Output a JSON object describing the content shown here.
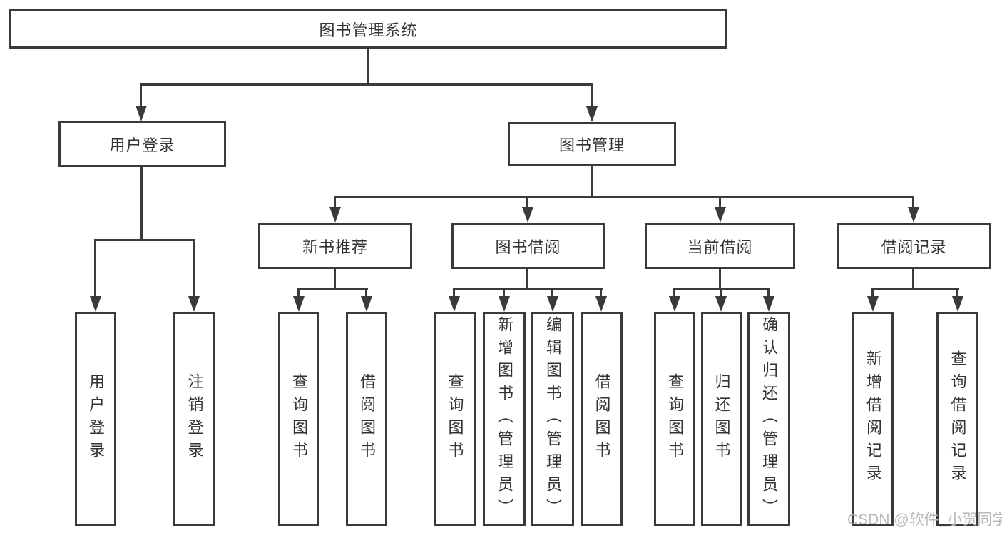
{
  "colors": {
    "line": "#3a3a3a",
    "text": "#333333",
    "box-bg": "#ffffff",
    "watermark": "#b9b9b9"
  },
  "tree": {
    "root": {
      "label": "图书管理系统"
    },
    "branches": [
      {
        "label": "用户登录",
        "children": [
          {
            "label": "用户登录"
          },
          {
            "label": "注销登录"
          }
        ]
      },
      {
        "label": "图书管理",
        "children": [
          {
            "label": "新书推荐",
            "children": [
              {
                "label": "查询图书"
              },
              {
                "label": "借阅图书"
              }
            ]
          },
          {
            "label": "图书借阅",
            "children": [
              {
                "label": "查询图书"
              },
              {
                "label": "新增图书（管理员）"
              },
              {
                "label": "编辑图书（管理员）"
              },
              {
                "label": "借阅图书"
              }
            ]
          },
          {
            "label": "当前借阅",
            "children": [
              {
                "label": "查询图书"
              },
              {
                "label": "归还图书"
              },
              {
                "label": "确认归还（管理员）"
              }
            ]
          },
          {
            "label": "借阅记录",
            "children": [
              {
                "label": "新增借阅记录"
              },
              {
                "label": "查询借阅记录"
              }
            ]
          }
        ]
      }
    ]
  },
  "watermark": {
    "text": "CSDN @软件_小贺同学"
  }
}
